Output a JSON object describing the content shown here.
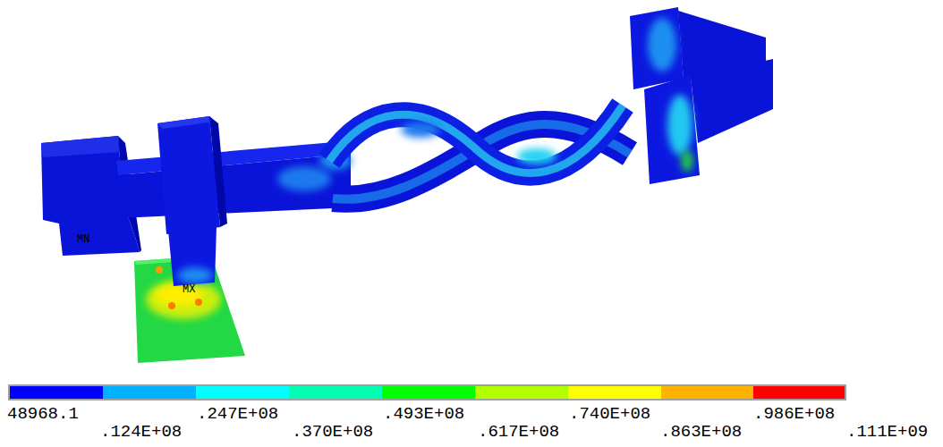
{
  "diagram": {
    "labels": [
      "MN",
      "MX",
      "48968.1",
      ".124E+08",
      ".247E+08",
      ".370E+08",
      ".493E+08",
      ".617E+08",
      ".740E+08",
      ".863E+08",
      ".986E+08",
      ".111E+09"
    ]
  }
}
